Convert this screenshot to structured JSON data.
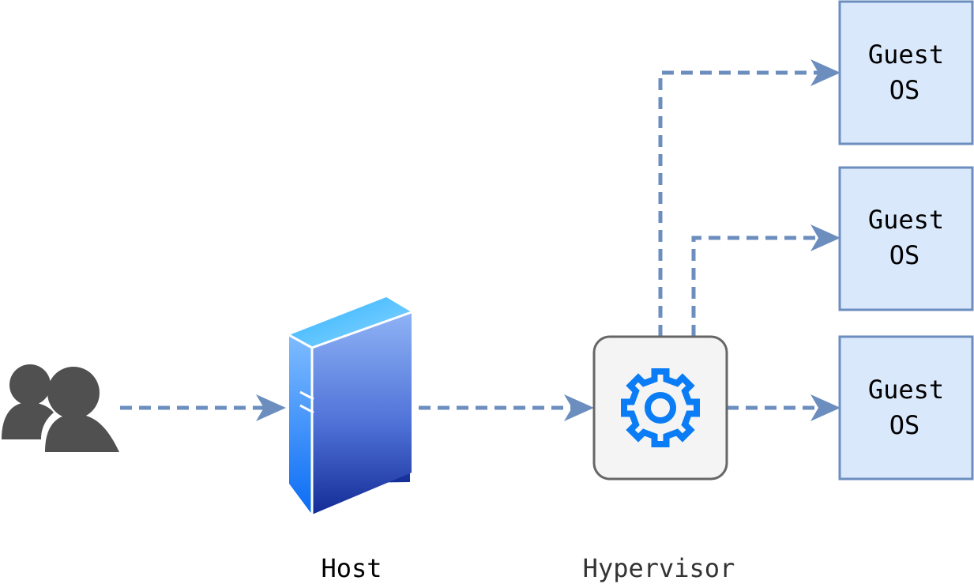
{
  "colors": {
    "connector": "#6c8ebf",
    "guest_fill": "#dae8fc",
    "guest_stroke": "#6c8ebf",
    "hypervisor_fill": "#f4f4f4",
    "hypervisor_stroke": "#666666",
    "gear": "#0a7cf5",
    "users_icon": "#505050",
    "host_caption": "#000000",
    "hypervisor_caption": "#333333"
  },
  "nodes": {
    "users": {
      "icon": "users-icon"
    },
    "host": {
      "icon": "server-icon",
      "label": "Host"
    },
    "hypervisor": {
      "icon": "gear-icon",
      "label": "Hypervisor"
    },
    "guests": [
      {
        "line1": "Guest",
        "line2": "OS"
      },
      {
        "line1": "Guest",
        "line2": "OS"
      },
      {
        "line1": "Guest",
        "line2": "OS"
      }
    ]
  },
  "edges": [
    {
      "from": "users",
      "to": "host",
      "style": "dashed"
    },
    {
      "from": "host",
      "to": "hypervisor",
      "style": "dashed"
    },
    {
      "from": "hypervisor",
      "to": "guest-1",
      "style": "dashed"
    },
    {
      "from": "hypervisor",
      "to": "guest-2",
      "style": "dashed"
    },
    {
      "from": "hypervisor",
      "to": "guest-3",
      "style": "dashed"
    }
  ]
}
